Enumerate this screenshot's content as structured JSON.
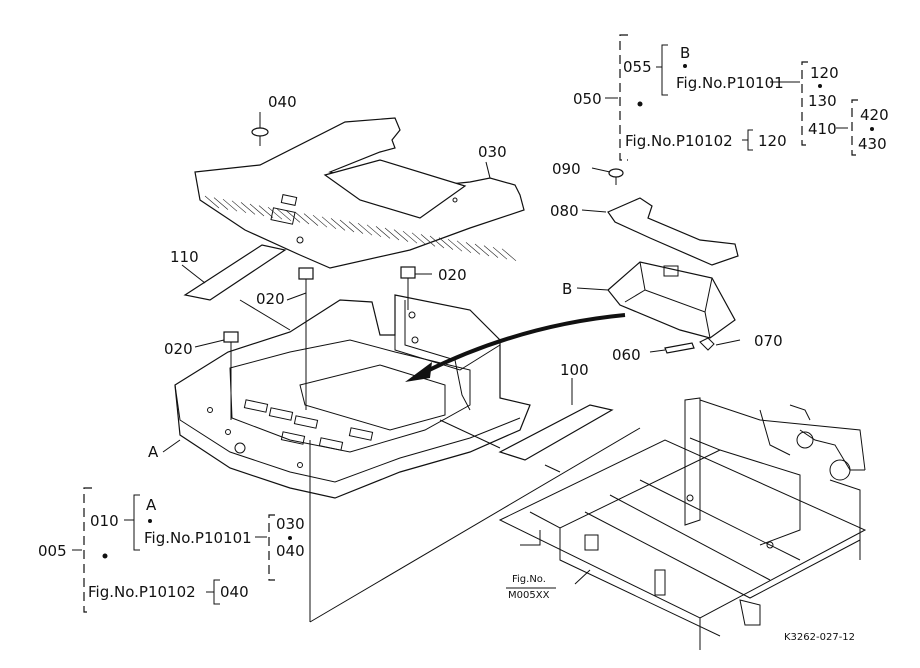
{
  "labels": {
    "p040_top": "040",
    "p030": "030",
    "p110": "110",
    "p020_a": "020",
    "p020_b": "020",
    "p020_c": "020",
    "p100": "100",
    "pA": "A",
    "p050": "050",
    "p055": "055",
    "pB_top": "B",
    "fig_p10101_top": "Fig.No.P10101",
    "p120_a": "120",
    "p130": "130",
    "p410": "410",
    "p420": "420",
    "p430": "430",
    "fig_p10102_top": "Fig.No.P10102",
    "p120_b": "120",
    "p090": "090",
    "p080": "080",
    "pB_side": "B",
    "p060": "060",
    "p070": "070",
    "p005": "005",
    "p010": "010",
    "pA_tree": "A",
    "fig_p10101_bot": "Fig.No.P10101",
    "p030_b": "030",
    "p040_b": "040",
    "fig_p10102_bot": "Fig.No.P10102",
    "p040_c": "040",
    "fig_no": "Fig.No.",
    "m005xx": "M005XX",
    "drawing_code": "K3262-027-12"
  }
}
